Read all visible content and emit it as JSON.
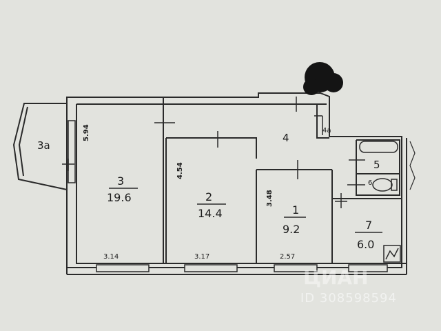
{
  "rooms": [
    {
      "id": "1",
      "number": "1",
      "area": "9.2"
    },
    {
      "id": "2",
      "number": "2",
      "area": "14.4"
    },
    {
      "id": "3",
      "number": "3",
      "area": "19.6"
    },
    {
      "id": "3a",
      "label": "3a"
    },
    {
      "id": "4",
      "label": "4"
    },
    {
      "id": "4a",
      "label": "4a"
    },
    {
      "id": "5",
      "label": "5"
    },
    {
      "id": "6",
      "label": "6"
    },
    {
      "id": "7",
      "number": "7",
      "area": "6.0"
    }
  ],
  "dimensions": {
    "d594": "5.94",
    "d454": "4.54",
    "d348": "3.48",
    "d314": "3.14",
    "d317": "3.17",
    "d257": "2.57"
  },
  "watermark": {
    "brand": "ЦИАН",
    "id": "ID 308598594"
  },
  "colors": {
    "background": "#e2e3de",
    "wall": "#2a2a2a",
    "blob": "#141414"
  }
}
